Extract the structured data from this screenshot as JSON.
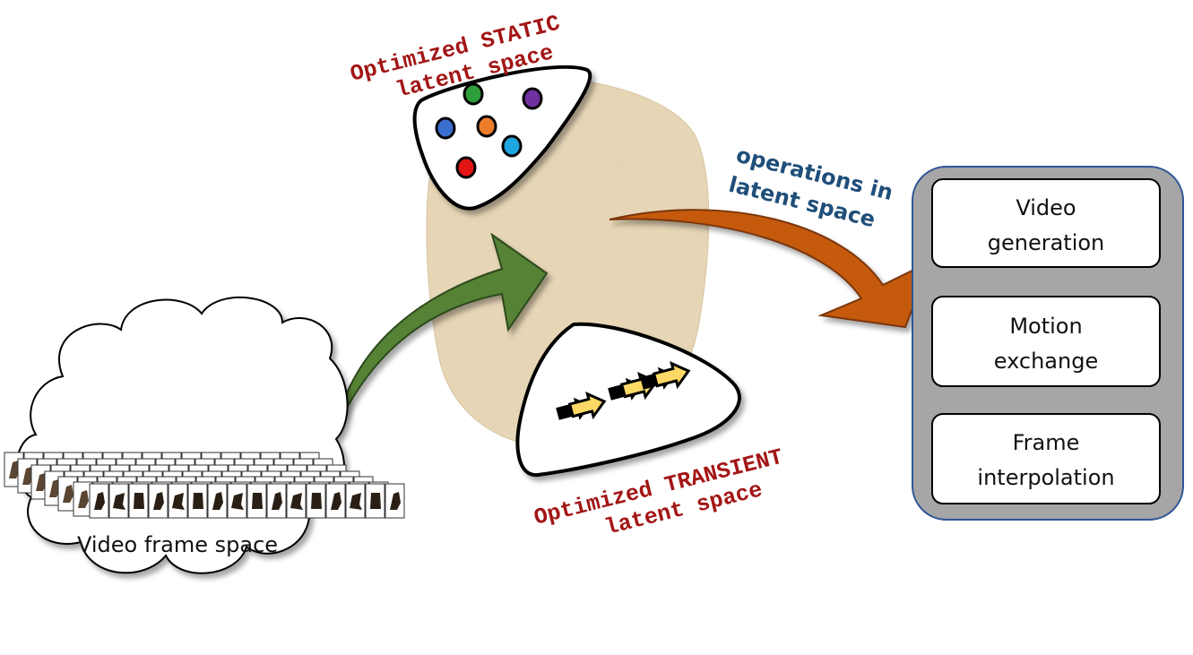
{
  "static_label": {
    "line1": "Optimized STATIC",
    "line2": "latent space"
  },
  "transient_label": {
    "line1": "Optimized TRANSIENT",
    "line2": "latent space"
  },
  "operations_label": {
    "line1": "operations in",
    "line2": "latent space"
  },
  "cloud_label": "Video frame space",
  "operations": [
    {
      "line1": "Video",
      "line2": "generation"
    },
    {
      "line1": "Motion",
      "line2": "exchange"
    },
    {
      "line1": "Frame",
      "line2": "interpolation"
    }
  ],
  "colors": {
    "static_dots": [
      "#2e9e3a",
      "#7030a0",
      "#3a6fd0",
      "#ee7d2a",
      "#1fa5e0",
      "#e31515"
    ],
    "green_arrow": "#548235",
    "orange_arrow": "#c55a11",
    "label_red": "#a31515",
    "label_blue": "#1f4e79",
    "panel_gray": "#a6a6a6",
    "panel_border": "#2f5597"
  },
  "icons": [
    "cloud-icon",
    "frame-strip-icon",
    "motion-arrow-icon",
    "latent-blob-icon"
  ]
}
